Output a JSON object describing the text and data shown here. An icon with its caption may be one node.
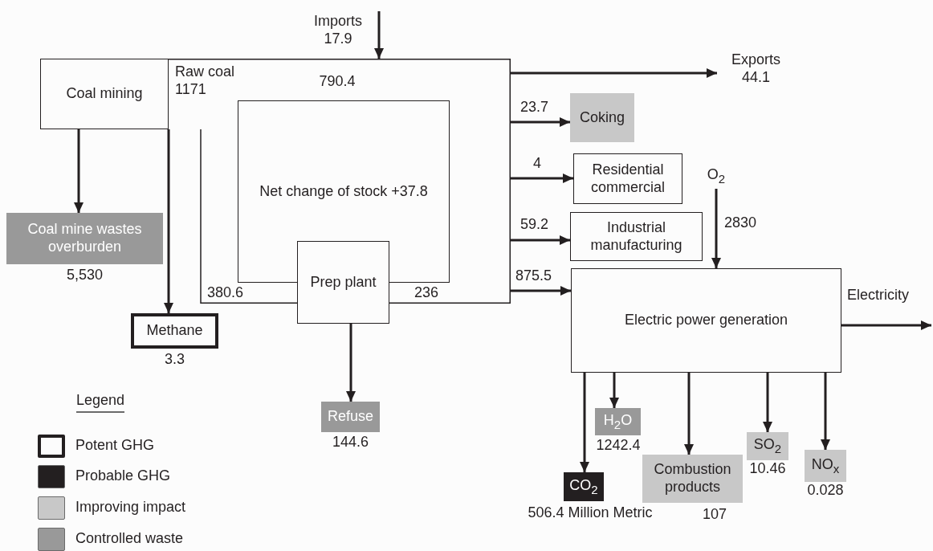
{
  "diagram": {
    "nodes": [
      {
        "text": [
          "Coal mining"
        ]
      },
      {
        "text": [
          "Imports 17.9"
        ]
      },
      {
        "text": [
          "Raw coal 1171",
          "790.4",
          "380.6",
          "236"
        ]
      },
      {
        "text": [
          "Net change of stock +37.8"
        ],
        "in": 2
      },
      {
        "text": [
          "Prep plant"
        ]
      },
      {
        "text": [
          "Exports 44.1"
        ]
      },
      {
        "text": [
          "Coking"
        ]
      },
      {
        "text": [
          "Residential commercial"
        ]
      },
      {
        "text": [
          "Industrial manufacturing"
        ]
      },
      {
        "text": [
          "O$_{2}$"
        ]
      },
      {
        "text": [
          "Electric power generation"
        ]
      },
      {
        "text": [
          "Coal mine wastes overburden"
        ],
        "beside": [
          "5,530"
        ]
      },
      {
        "text": [
          "Methane"
        ],
        "beside": [
          "3.3"
        ]
      },
      {
        "text": [
          "Refuse"
        ],
        "beside": [
          "144.6"
        ]
      },
      {
        "text": [
          "CO$_{2}$"
        ],
        "beside": [
          "506.4 Million Metric"
        ]
      },
      {
        "text": [
          "H$_{2}$O"
        ],
        "beside": [
          "1242.4"
        ]
      },
      {
        "text": [
          "Combustion products"
        ],
        "beside": [
          "107"
        ]
      },
      {
        "text": [
          "SO$_{2}$"
        ],
        "beside": [
          "10.46"
        ]
      },
      {
        "text": [
          "NO$_{x}$"
        ],
        "beside": [
          "0.028"
        ]
      }
    ],
    "edges": [
      {
        "from": 1,
        "to": 2,
        "arrow": "to"
      },
      {
        "from": 2,
        "to": 5,
        "arrow": "to"
      },
      {
        "from": 2,
        "to": 6,
        "arrow": "to",
        "label": "23.7"
      },
      {
        "from": 2,
        "to": 7,
        "arrow": "to",
        "label": "4"
      },
      {
        "from": 2,
        "to": 8,
        "arrow": "to",
        "label": "59.2"
      },
      {
        "from": 2,
        "to": 10,
        "arrow": "to",
        "label": "875.5"
      },
      {
        "from": 9,
        "to": 10,
        "arrow": "to",
        "label": "2830"
      },
      {
        "from": 10,
        "to": null,
        "arrow": "to",
        "label": "Electricity"
      },
      {
        "from": 0,
        "to": 11,
        "arrow": "to"
      },
      {
        "from": 0,
        "to": 12,
        "arrow": "to"
      },
      {
        "from": 4,
        "to": 13,
        "arrow": "to"
      },
      {
        "from": 10,
        "to": 14,
        "arrow": "to"
      },
      {
        "from": 10,
        "to": 15,
        "arrow": "to"
      },
      {
        "from": 10,
        "to": 16,
        "arrow": "to"
      },
      {
        "from": 10,
        "to": 17,
        "arrow": "to"
      },
      {
        "from": 10,
        "to": 18,
        "arrow": "to"
      }
    ],
    "labels": [
      "Legend"
    ],
    "legend": [
      {
        "text": "Potent GHG"
      },
      {
        "text": "Probable GHG",
        "color": "#231f20"
      },
      {
        "text": "Improving impact",
        "color": "#c8c8c8"
      },
      {
        "text": "Controlled waste",
        "color": "#999999"
      }
    ]
  }
}
